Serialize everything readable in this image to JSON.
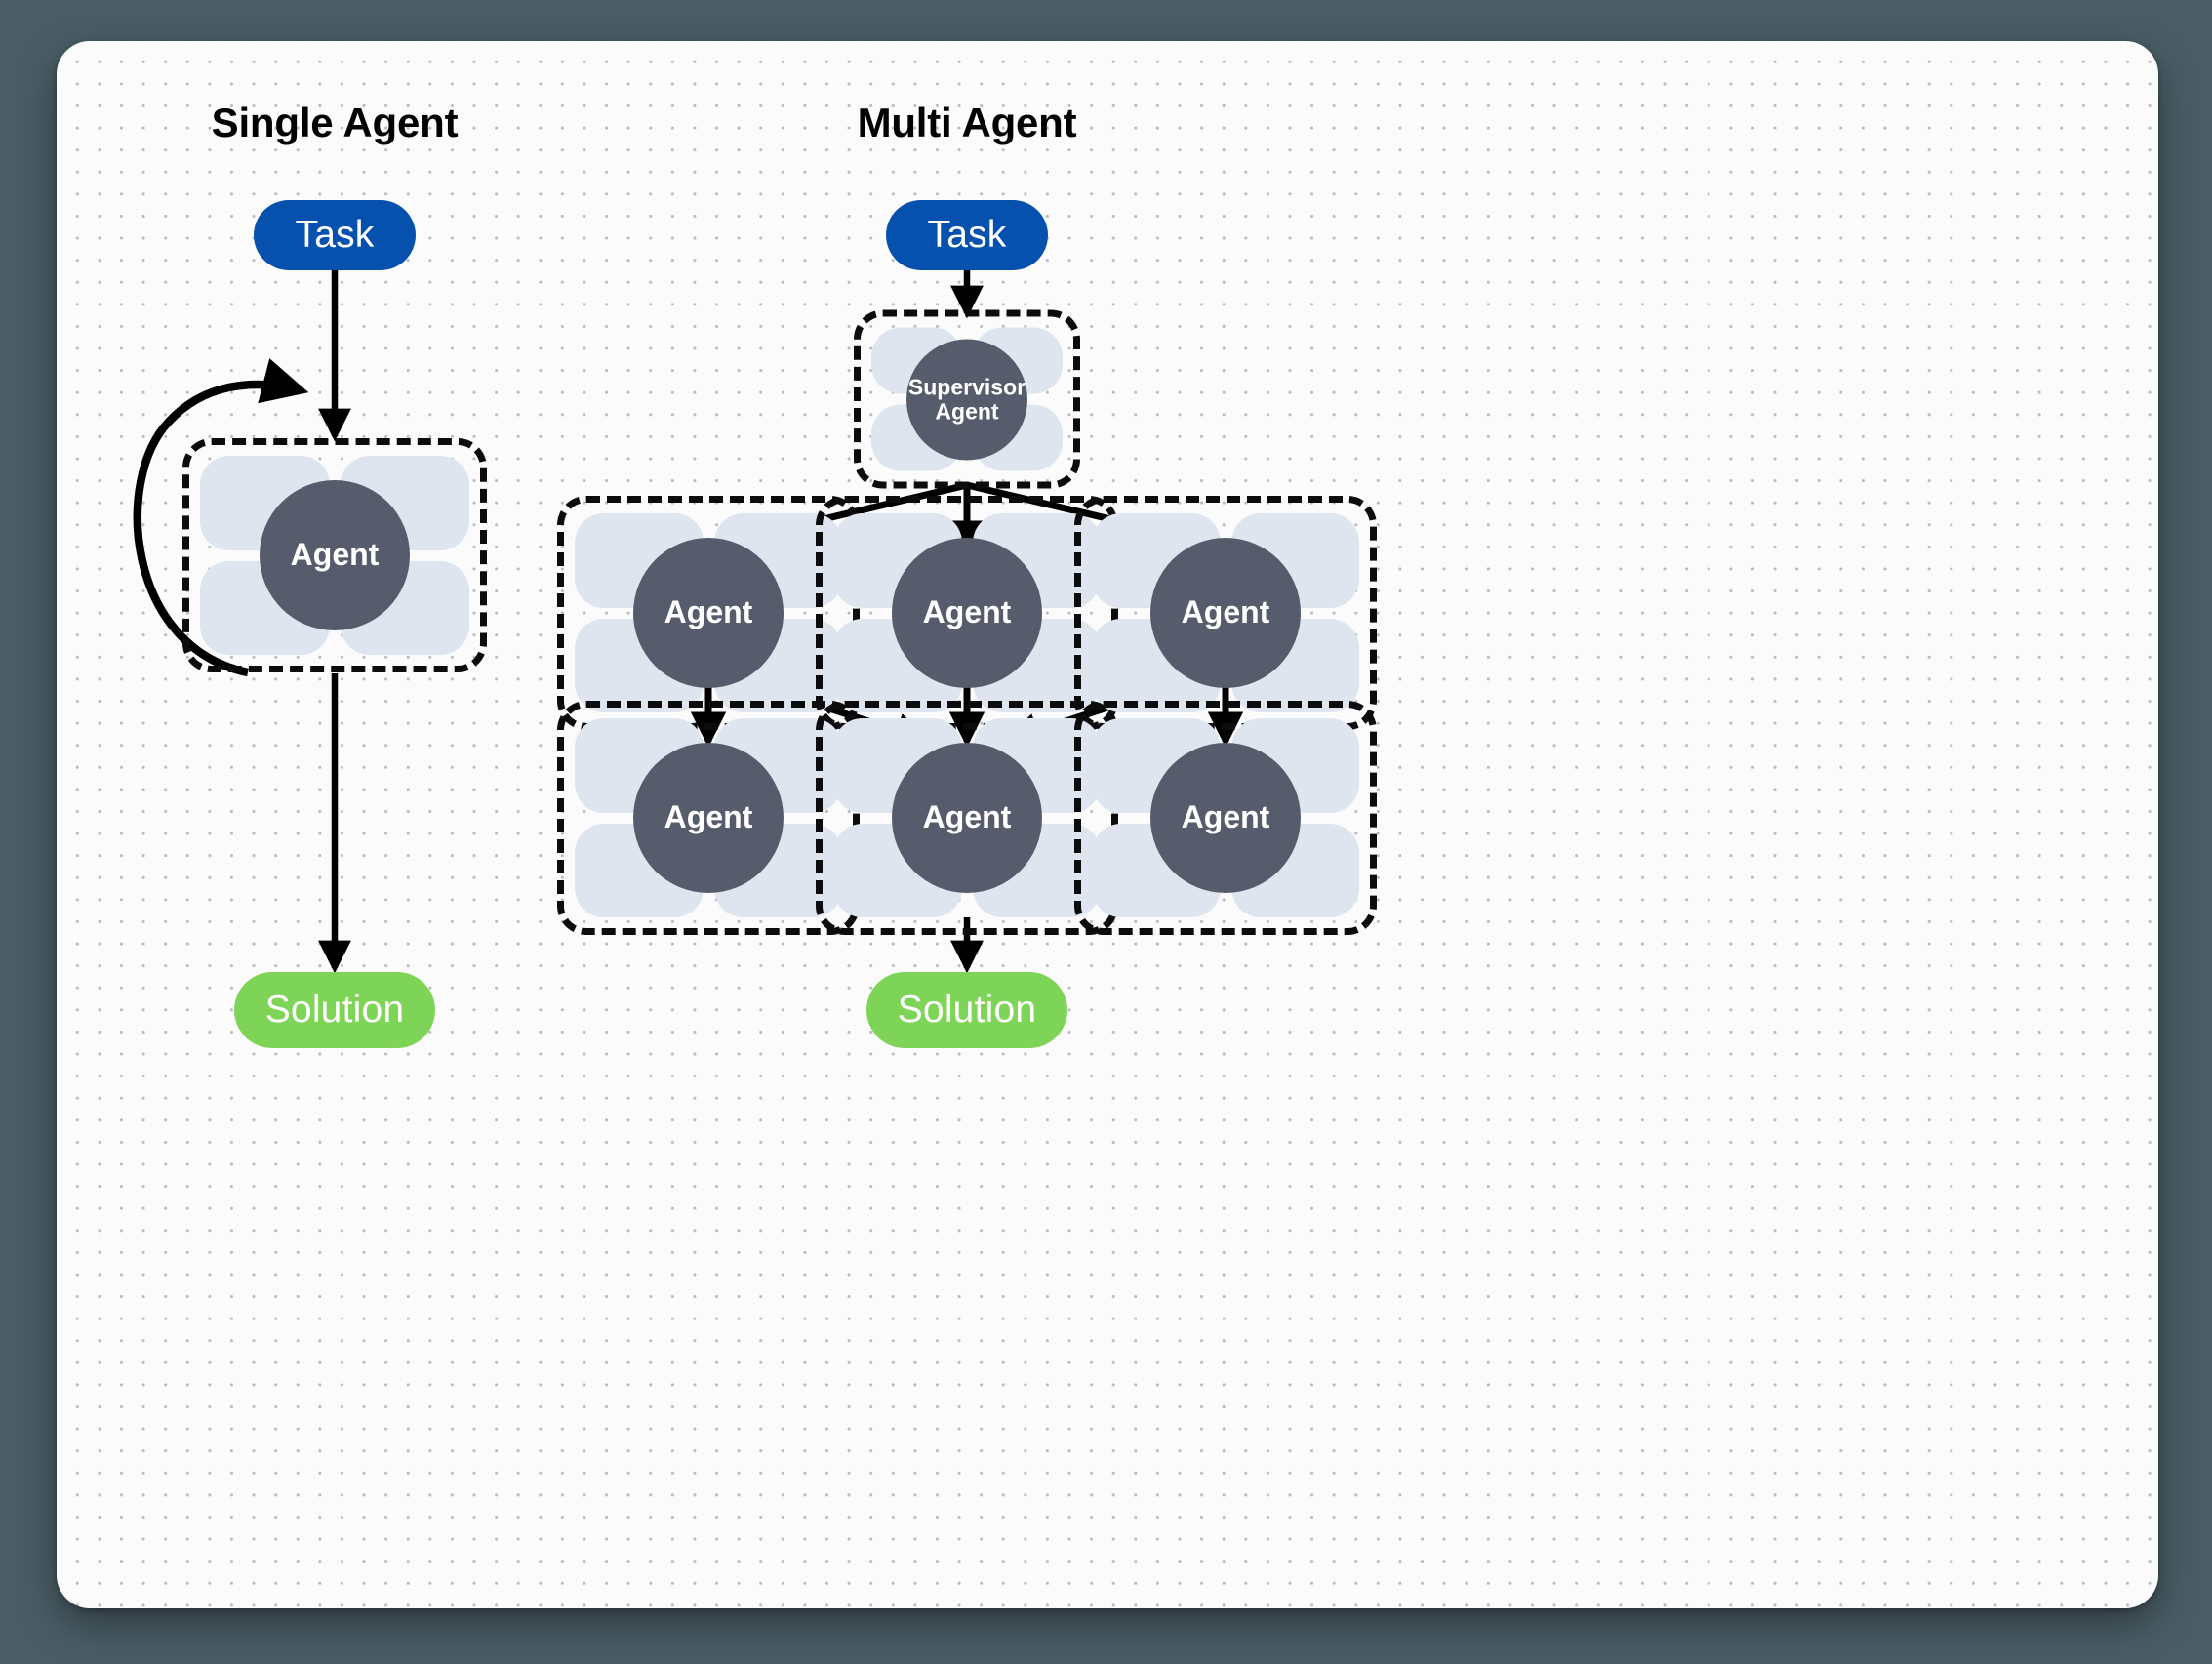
{
  "diagram": {
    "background_color": "#4a5d66",
    "canvas_color": "#fbfbfb",
    "dot_grid_color": "#b9bcc2",
    "colors": {
      "task": "#0651ae",
      "solution": "#7ed457",
      "agent_core": "#565c6b",
      "agent_tile": "#dfe5ee",
      "cluster_border": "#0c0c0e",
      "edge": "#000000",
      "title": "#020203"
    }
  },
  "columns": [
    {
      "id": "single-agent",
      "title": "Single Agent",
      "nodes": {
        "task": "Task",
        "agent": "Agent",
        "solution": "Solution"
      },
      "edges": [
        {
          "from": "task",
          "to": "agent",
          "kind": "straight-down"
        },
        {
          "from": "agent",
          "to": "agent",
          "kind": "self-loop-curved"
        },
        {
          "from": "agent",
          "to": "solution",
          "kind": "straight-down"
        }
      ]
    },
    {
      "id": "multi-agent",
      "title": "Multi Agent",
      "nodes": {
        "task": "Task",
        "supervisor": "Supervisor Agent",
        "supervisor_line1": "Supervisor",
        "supervisor_line2": "Agent",
        "row2": [
          "Agent",
          "Agent",
          "Agent"
        ],
        "row3": [
          "Agent",
          "Agent",
          "Agent"
        ],
        "solution": "Solution"
      },
      "edges": [
        {
          "from": "task",
          "to": "supervisor",
          "kind": "straight-down"
        },
        {
          "from": "supervisor",
          "to": "row2-left",
          "kind": "fan-out"
        },
        {
          "from": "supervisor",
          "to": "row2-center",
          "kind": "straight-down"
        },
        {
          "from": "supervisor",
          "to": "row2-right",
          "kind": "fan-out"
        },
        {
          "from": "row2-left",
          "to": "row3-left",
          "kind": "straight-down"
        },
        {
          "from": "row2-left",
          "to": "row3-center",
          "kind": "diagonal"
        },
        {
          "from": "row2-center",
          "to": "row3-center",
          "kind": "straight-down"
        },
        {
          "from": "row2-right",
          "to": "row3-center",
          "kind": "diagonal"
        },
        {
          "from": "row2-right",
          "to": "row3-right",
          "kind": "straight-down"
        },
        {
          "from": "row3-center",
          "to": "solution",
          "kind": "straight-down"
        }
      ]
    }
  ]
}
